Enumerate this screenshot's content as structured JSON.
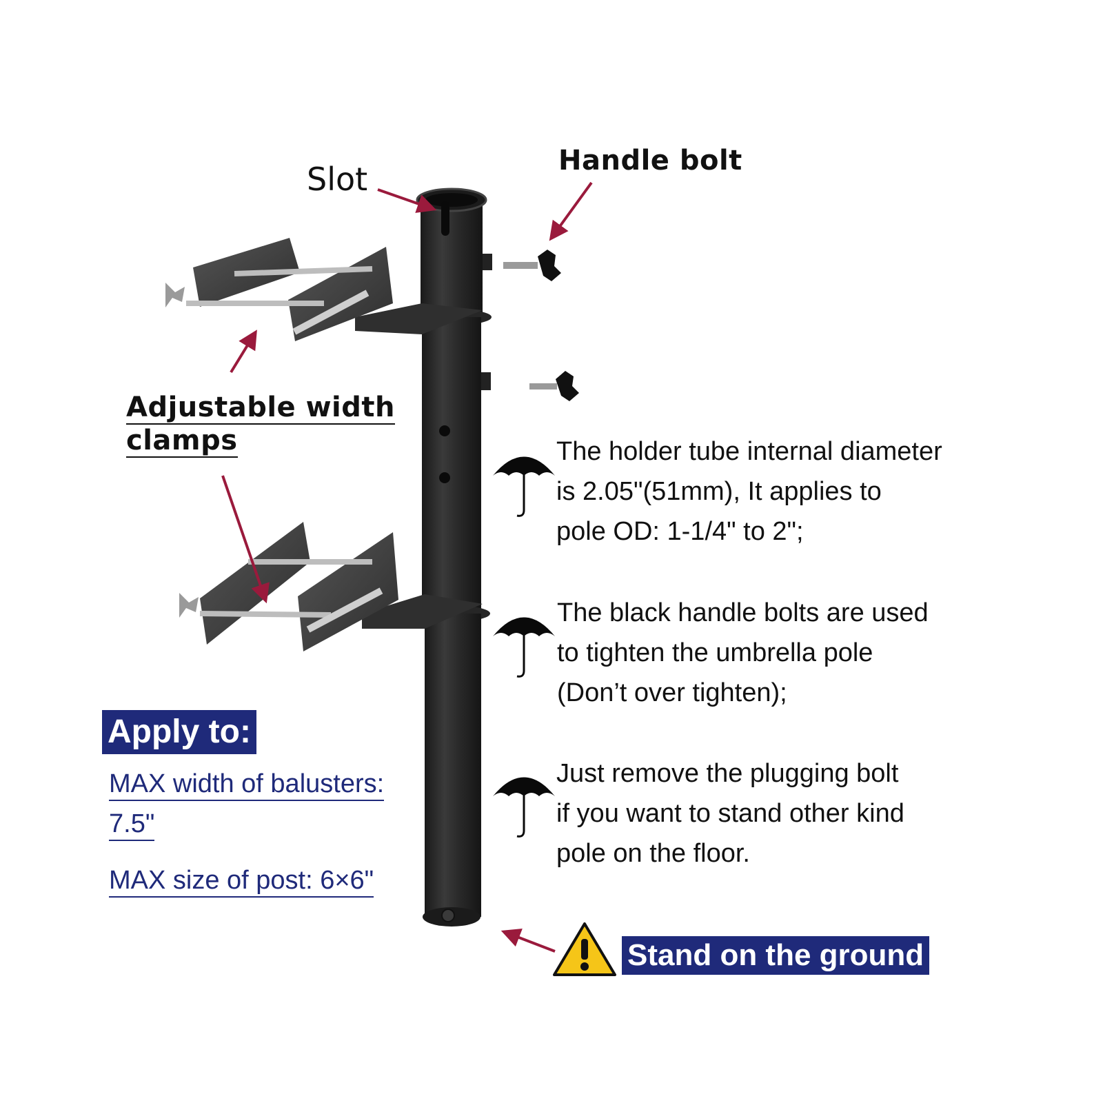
{
  "labels": {
    "slot": "Slot",
    "handle_bolt": "Handle bolt",
    "clamps_line1": "Adjustable width",
    "clamps_line2": "clamps"
  },
  "notes": [
    {
      "lines": [
        "The holder tube internal diameter",
        "is 2.05\"(51mm), It applies to",
        "pole OD: 1-1/4\" to  2\";"
      ]
    },
    {
      "lines": [
        "The black handle bolts are used",
        "to tighten the umbrella pole",
        "(Don’t over tighten);"
      ]
    },
    {
      "lines": [
        "Just remove the plugging bolt",
        "if you want to stand other kind",
        "pole on the floor."
      ]
    }
  ],
  "apply": {
    "heading": "Apply to:",
    "max_width_label": "MAX width of balusters:",
    "max_width_value": "7.5\"",
    "max_post": "MAX size of post: 6×6\""
  },
  "stand": "Stand on the ground",
  "colors": {
    "navy": "#1f2a7a",
    "arrow": "#9a1a3c",
    "pole": "#2b2b2b",
    "warning": "#f5c518"
  },
  "icons": [
    "umbrella-icon",
    "warning-icon"
  ]
}
